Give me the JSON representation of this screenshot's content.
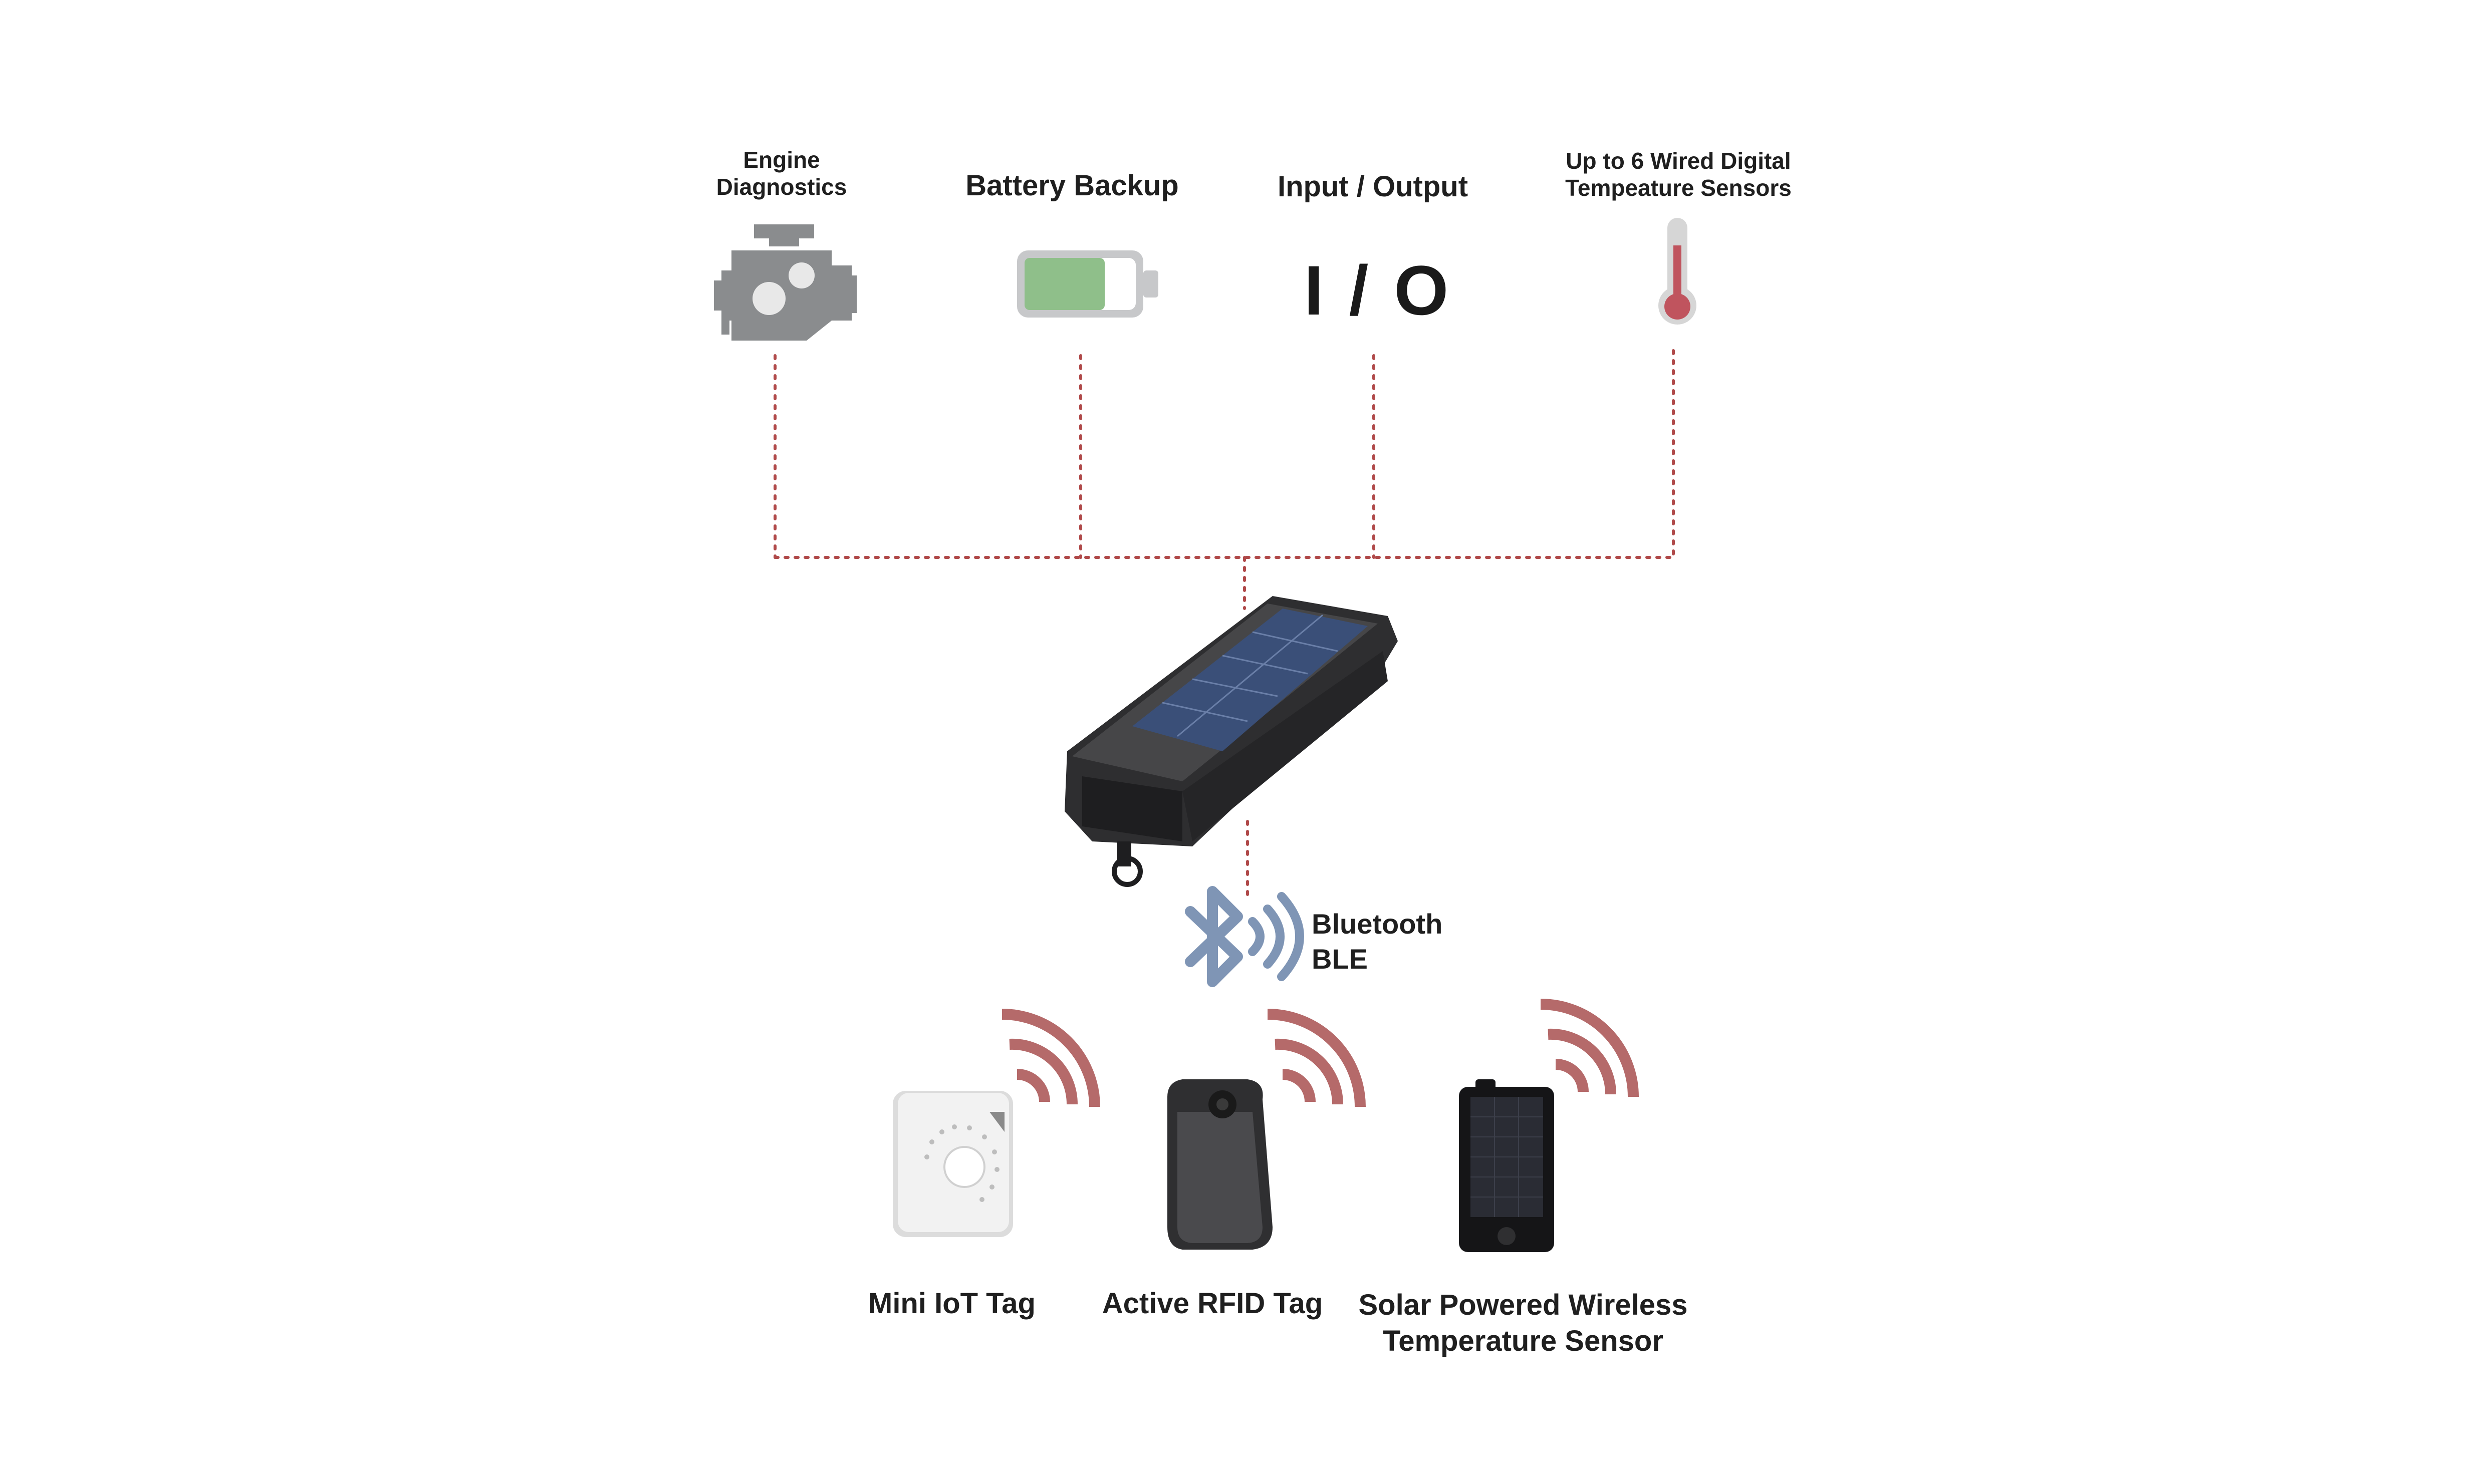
{
  "inputs": [
    {
      "label_line1": "Engine",
      "label_line2": "Diagnostics",
      "icon": "engine-icon"
    },
    {
      "label": "Battery Backup",
      "icon": "battery-icon"
    },
    {
      "label": "Input / Output",
      "glyph": "I / O"
    },
    {
      "label_line1": "Up to 6 Wired Digital",
      "label_line2": "Tempeature Sensors",
      "icon": "thermometer-icon"
    }
  ],
  "hub": {
    "icon": "solar-tracker-device-icon"
  },
  "bluetooth": {
    "line1": "Bluetooth",
    "line2": "BLE",
    "icon": "bluetooth-icon"
  },
  "devices": [
    {
      "label": "Mini IoT Tag",
      "icon": "mini-iot-tag-icon"
    },
    {
      "label": "Active RFID Tag",
      "icon": "rfid-tag-icon"
    },
    {
      "label_line1": "Solar Powered Wireless",
      "label_line2": "Temperature Sensor",
      "icon": "solar-temperature-sensor-icon"
    }
  ],
  "colors": {
    "connector": "#b04a4a",
    "wireless": "#b56a6a",
    "bluetooth": "#7f95b5",
    "battery_fill": "#8fbf8a",
    "icon_gray": "#8a8c8e"
  }
}
